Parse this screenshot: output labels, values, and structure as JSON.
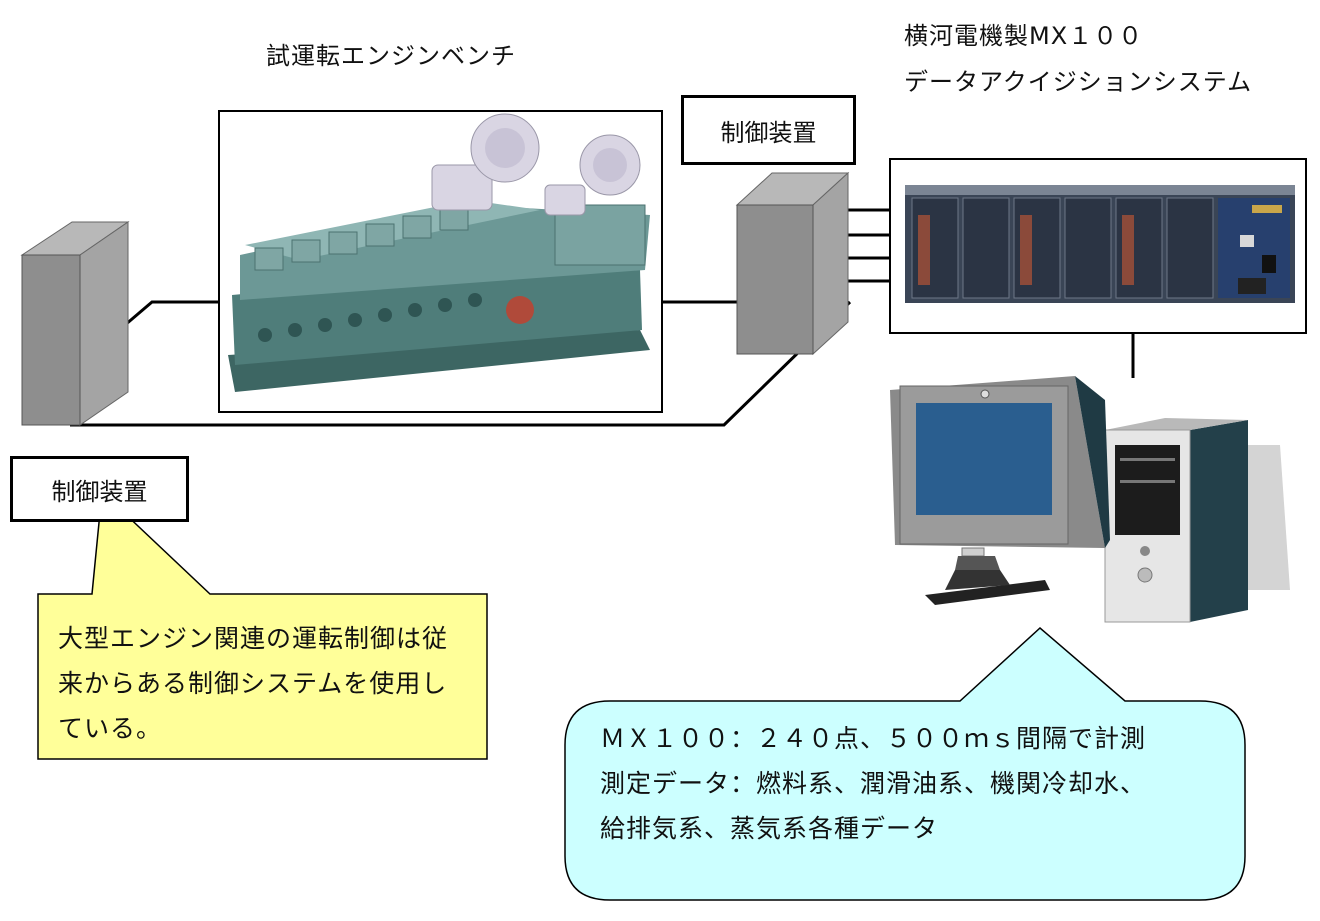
{
  "labels": {
    "engine_bench": "試運転エンジンベンチ",
    "mx100_title_line1": "横河電機製MX１００",
    "mx100_title_line2": "データアクイジションシステム",
    "control_right": "制御装置",
    "control_left": "制御装置"
  },
  "callout_left": {
    "lines": [
      "大型エンジン関連の運転制御は従",
      "来からある制御システムを使用し",
      "ている。"
    ]
  },
  "callout_right": {
    "lines": [
      "ＭＸ１００：２４０点、５００ｍｓ間隔で計測",
      "測定データ：燃料系、潤滑油系、機関冷却水、",
      "給排気系、蒸気系各種データ"
    ]
  },
  "colors": {
    "cabinet_front": "#8e8e8e",
    "cabinet_side": "#b8b8b8",
    "callout_left_fill": "#ffff99",
    "callout_right_fill": "#ccffff",
    "monitor_screen": "#2a5e8f",
    "engine_body": "#4f7d7a"
  }
}
